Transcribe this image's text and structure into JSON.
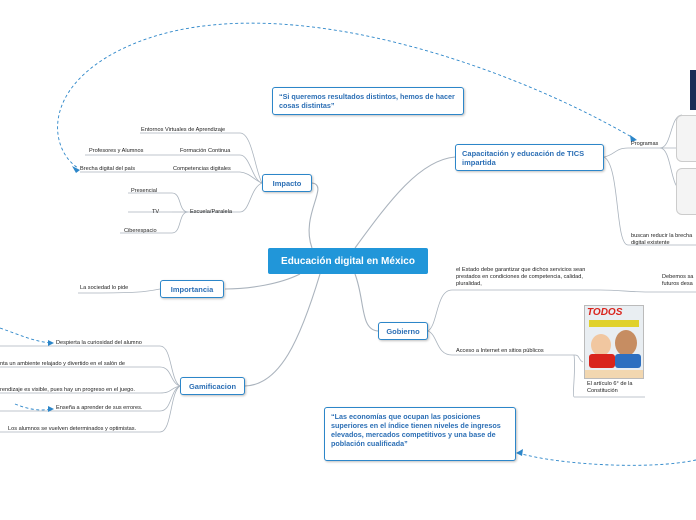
{
  "center": {
    "label": "Educación digital en México"
  },
  "quote_top": {
    "text": "“Si queremos resultados distintos, hemos de hacer cosas distintas”"
  },
  "quote_bottom": {
    "text": "“Las economías que ocupan las posiciones superiores en el índice tienen niveles de ingresos elevados, mercados competitivos y una base de población cualificada”"
  },
  "impacto": {
    "label": "Impacto",
    "items": [
      {
        "label": "Entornos Virtuales de Aprendizaje"
      },
      {
        "label": "Formación Continua"
      },
      {
        "label": "Profesores y Alumnos"
      },
      {
        "label": "Competencias digitales"
      },
      {
        "label": "Brecha digital del país"
      },
      {
        "label": "Escuela/Paralela"
      },
      {
        "label": "Presencial"
      },
      {
        "label": "TV"
      },
      {
        "label": "Ciberespacio"
      }
    ]
  },
  "importancia": {
    "label": "Importancia",
    "items": [
      {
        "label": "La sociedad lo pide"
      }
    ]
  },
  "gamificacion": {
    "label": "Gamificacion",
    "items": [
      {
        "label": "Despierta la curiosidad del alumno"
      },
      {
        "label": "nta un ambiente relajado y divertido en el salón de"
      },
      {
        "label": "rendizaje es visible, pues hay un progreso en el juego."
      },
      {
        "label": "Enseña a aprender de sus errores."
      },
      {
        "label": "Los alumnos se vuelven determinados y optimistas."
      }
    ]
  },
  "capacitacion": {
    "label": "Capacitación y educación de TICS impartida",
    "items": [
      {
        "label": "Programas"
      },
      {
        "label": "buscan reducir la brecha digital existente"
      }
    ]
  },
  "gobierno": {
    "label": "Gobierno",
    "items": [
      {
        "label": "el Estado debe garantizar que dichos servicios sean prestados en condiciones de competencia, calidad, pluralidad,"
      },
      {
        "label": "Debemos sa futuros desa"
      },
      {
        "label": "Acceso a Internet en sitios públicos"
      },
      {
        "label": "El artículo 6° de la Constitución"
      }
    ]
  },
  "poster": {
    "title": "TODOS"
  },
  "colors": {
    "accent": "#2196d9",
    "border": "#2c86c9",
    "text": "#2c6fb5",
    "line": "#b0b7bf"
  }
}
